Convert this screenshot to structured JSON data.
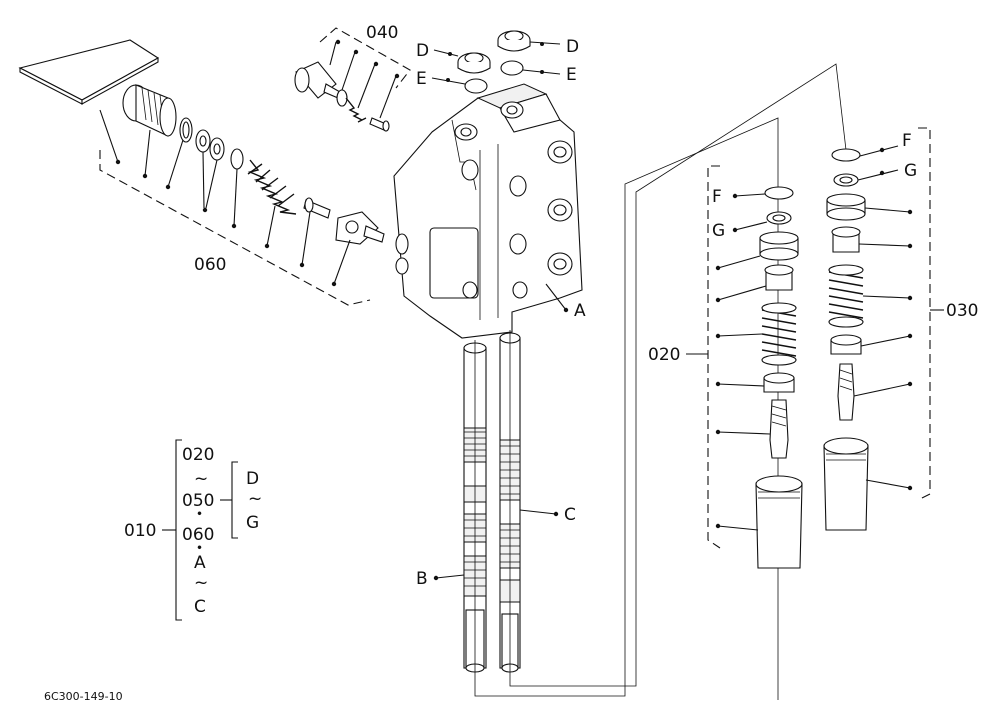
{
  "diagram": {
    "drawing_code": "6C300-149-10",
    "callouts": {
      "assy_010": "010",
      "assy_020": "020",
      "assy_030": "030",
      "assy_040": "040",
      "assy_060": "060",
      "part_A": "A",
      "part_B": "B",
      "part_C": "C",
      "part_D_left": "D",
      "part_D_right": "D",
      "part_E_left": "E",
      "part_E_right": "E",
      "part_F_020": "F",
      "part_G_020": "G",
      "part_F_030": "F",
      "part_G_030": "G"
    },
    "legend": {
      "root": "010",
      "range_start": "020",
      "tilde_1": "~",
      "range_end": "050",
      "range_sep": "・",
      "item_060": "060",
      "sep_2": "・",
      "item_A": "A",
      "tilde_2": "~",
      "item_C": "C",
      "sub_start": "D",
      "tilde_3": "~",
      "sub_end": "G"
    }
  }
}
